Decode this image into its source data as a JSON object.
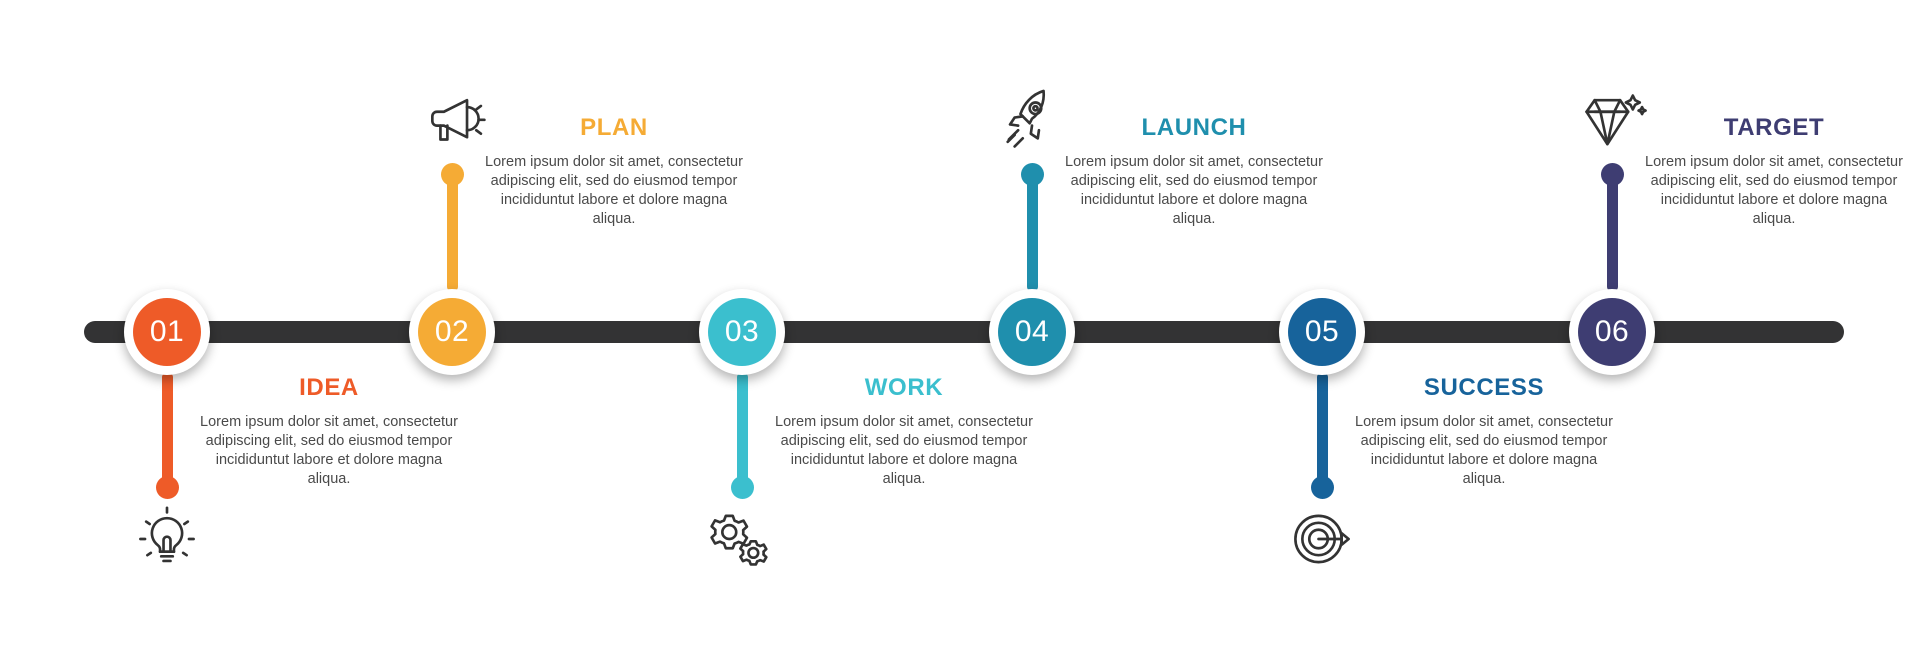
{
  "timeline": {
    "bar_color": "#333334",
    "steps": [
      {
        "number": "01",
        "title": "IDEA",
        "color": "#EE5B28",
        "body": "Lorem ipsum dolor sit amet, consectetur adipiscing elit, sed do eiusmod tempor incididuntut labore et dolore magna aliqua.",
        "icon": "lightbulb-icon",
        "side": "below"
      },
      {
        "number": "02",
        "title": "PLAN",
        "color": "#F5AB35",
        "body": "Lorem ipsum dolor sit amet, consectetur adipiscing elit, sed do eiusmod tempor incididuntut labore et dolore magna aliqua.",
        "icon": "megaphone-icon",
        "side": "above"
      },
      {
        "number": "03",
        "title": "WORK",
        "color": "#3BBFCE",
        "body": "Lorem ipsum dolor sit amet, consectetur adipiscing elit, sed do eiusmod tempor incididuntut labore et dolore magna aliqua.",
        "icon": "gears-icon",
        "side": "below"
      },
      {
        "number": "04",
        "title": "LAUNCH",
        "color": "#1F8FAD",
        "body": "Lorem ipsum dolor sit amet, consectetur adipiscing elit, sed do eiusmod tempor incididuntut labore et dolore magna aliqua.",
        "icon": "rocket-icon",
        "side": "above"
      },
      {
        "number": "05",
        "title": "SUCCESS",
        "color": "#17639B",
        "body": "Lorem ipsum dolor sit amet, consectetur adipiscing elit, sed do eiusmod tempor incididuntut labore et dolore magna aliqua.",
        "icon": "target-icon",
        "side": "below"
      },
      {
        "number": "06",
        "title": "TARGET",
        "color": "#3E3D72",
        "body": "Lorem ipsum dolor sit amet, consectetur adipiscing elit, sed do eiusmod tempor incididuntut labore et dolore magna aliqua.",
        "icon": "diamond-icon",
        "side": "above"
      }
    ]
  }
}
